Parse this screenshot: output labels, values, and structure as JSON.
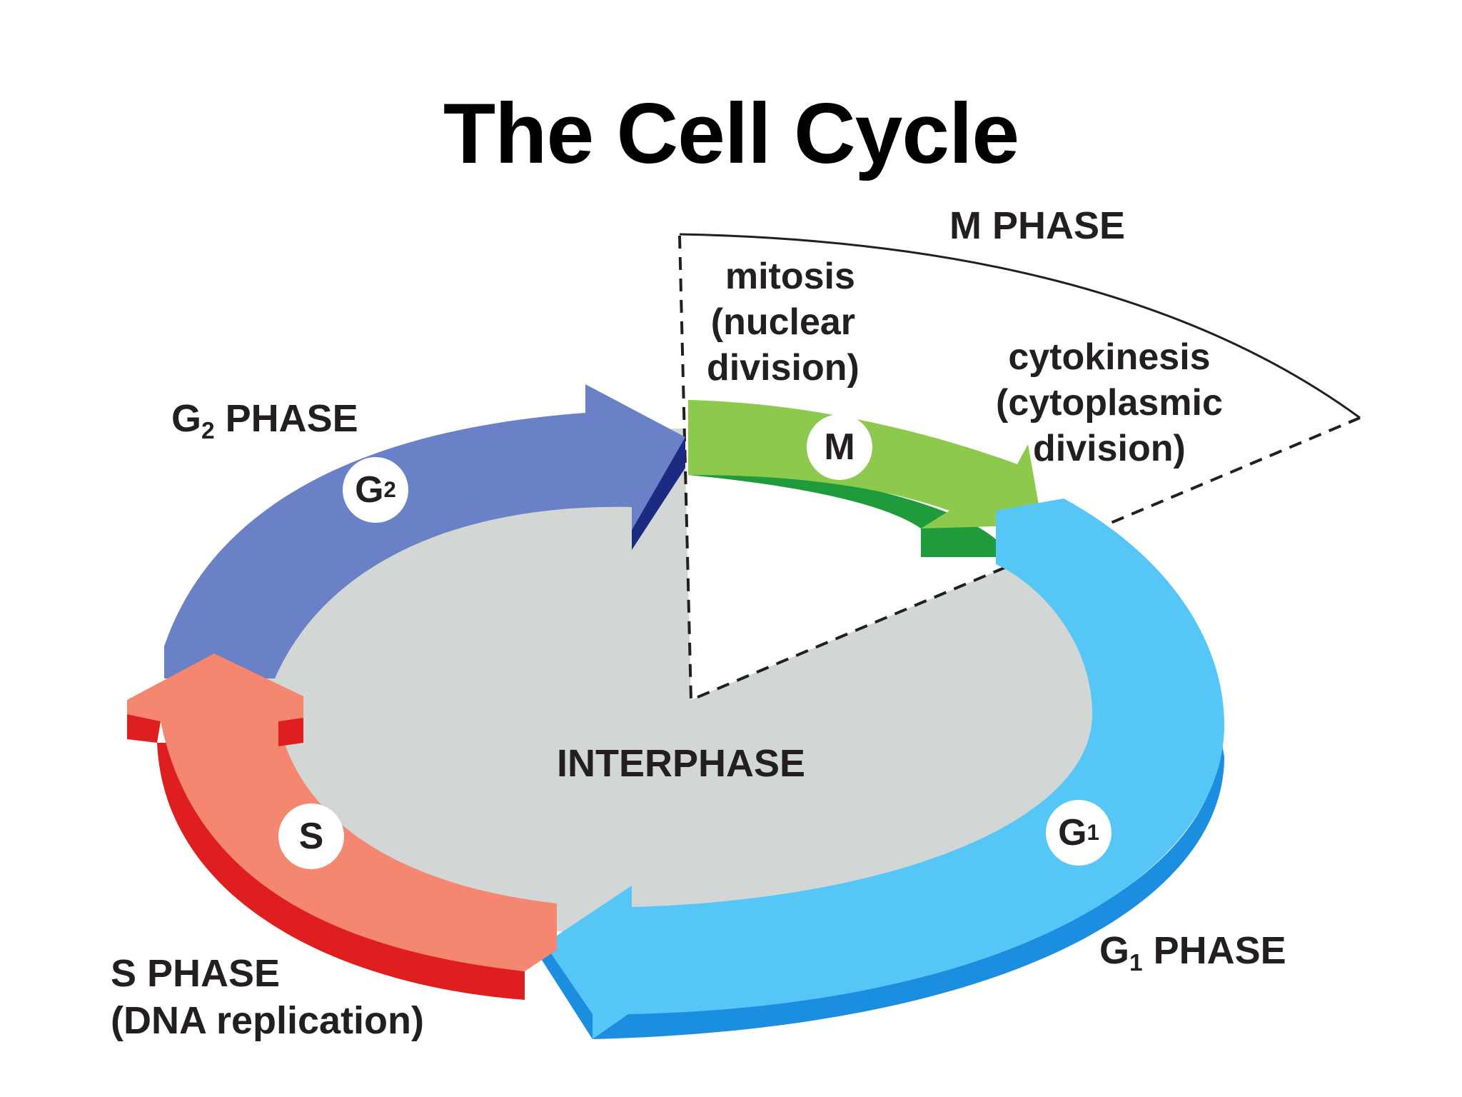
{
  "title": "The Cell Cycle",
  "labels": {
    "m_phase": "M PHASE",
    "mitosis": [
      "mitosis",
      "(nuclear",
      "division)"
    ],
    "cytokinesis": [
      "cytokinesis",
      "(cytoplasmic",
      "division)"
    ],
    "g2_phase": {
      "prefix": "G",
      "sub": "2",
      "suffix": " PHASE"
    },
    "g1_phase": {
      "prefix": "G",
      "sub": "1",
      "suffix": " PHASE"
    },
    "s_phase": [
      "S PHASE",
      "(DNA replication)"
    ],
    "interphase": "INTERPHASE"
  },
  "badges": {
    "m": "M",
    "g2": {
      "letter": "G",
      "sub": "2"
    },
    "g1": {
      "letter": "G",
      "sub": "1"
    },
    "s": "S"
  },
  "colors": {
    "interphase_fill": "#d2d6d4",
    "m_top": "#8dc94d",
    "m_side": "#1f9b3c",
    "g1_top": "#55c6f6",
    "g1_side": "#1b8ee0",
    "s_top": "#f5866f",
    "s_side": "#df1f1f",
    "g2_top": "#6a80c7",
    "g2_side": "#1c2a82"
  }
}
